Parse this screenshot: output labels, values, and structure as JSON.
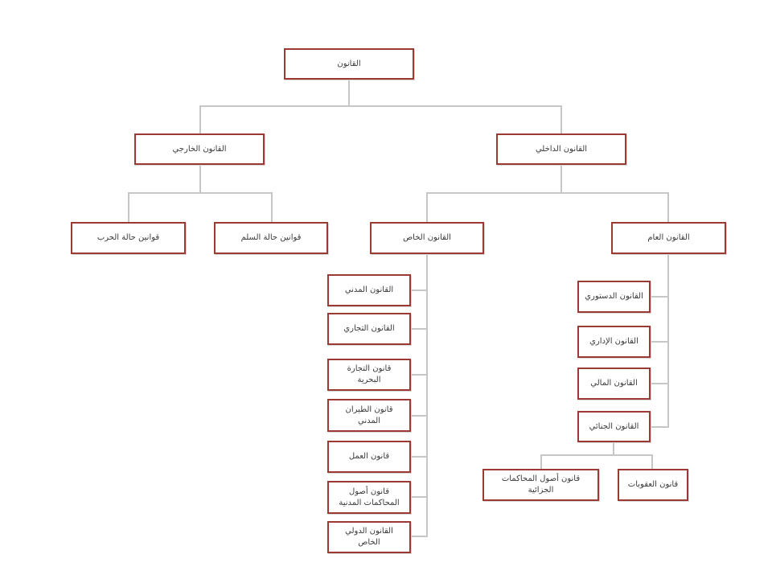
{
  "colors": {
    "node_border": "#9b3a32",
    "connector": "#c6c6c6",
    "text": "#3a3a3a"
  },
  "nodes": {
    "root": "القانون",
    "domestic": "القانون الداخلي",
    "foreign": "القانون الخارجي",
    "public": "القانون العام",
    "private": "القانون الخاص",
    "peace_laws": "قوانين حالة السلم",
    "war_laws": "قوانين حالة الحرب",
    "constitutional": "القانون الدستوري",
    "administrative": "القانون الإداري",
    "financial": "القانون المالي",
    "criminal": "القانون الجنائي",
    "penalties": "قانون العقوبات",
    "criminal_procedure": "قانون أصول المحاكمات الجزائية",
    "civil": "القانون المدني",
    "commercial": "القانون التجاري",
    "maritime": "قانون التجارة البحرية",
    "aviation": "قانون الطيران المدني",
    "labor": "قانون العمل",
    "civil_procedure": "قانون أصول المحاكمات المدنية",
    "private_international": "القانون الدولي الخاص"
  }
}
